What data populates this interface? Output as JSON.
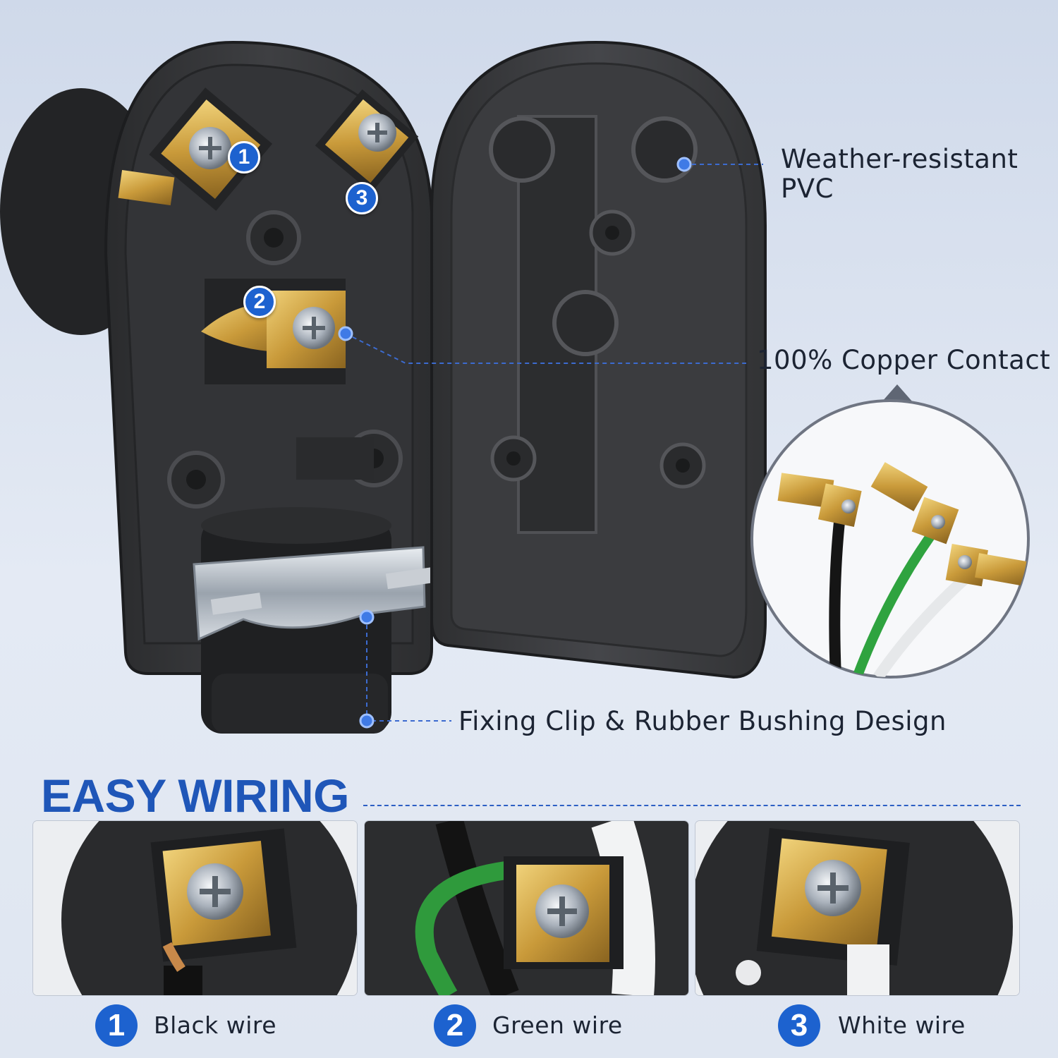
{
  "callouts": {
    "material": "Weather-resistant\nPVC",
    "material_line1": "Weather-resistant",
    "material_line2": "PVC",
    "contact": "100% Copper Contact",
    "clip": "Fixing Clip & Rubber Bushing Design"
  },
  "terminal_numbers": [
    "1",
    "2",
    "3"
  ],
  "section_title": "EASY WIRING",
  "wiring_steps": [
    {
      "number": "1",
      "label": "Black wire"
    },
    {
      "number": "2",
      "label": "Green wire"
    },
    {
      "number": "3",
      "label": "White wire"
    }
  ],
  "colors": {
    "accent": "#1d62cf",
    "title": "#1f56b8",
    "plastic": "#3a3b3d",
    "brass": "#c9a24a"
  }
}
